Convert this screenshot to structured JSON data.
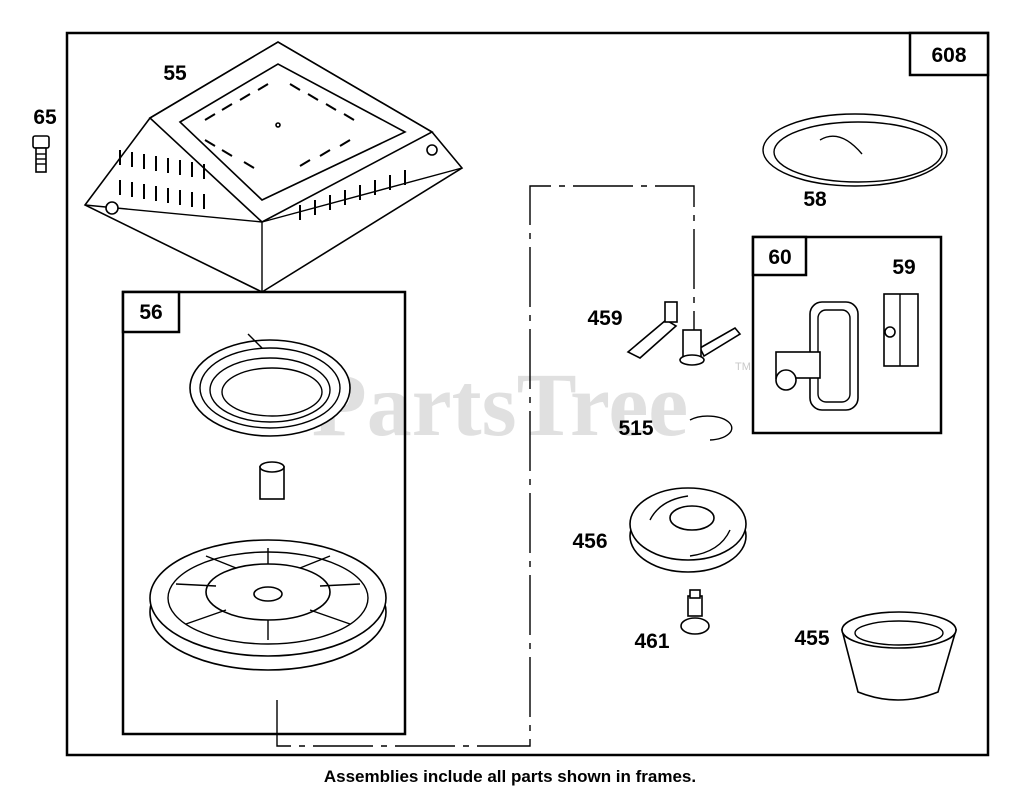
{
  "labels": {
    "p55": "55",
    "p56": "56",
    "p58": "58",
    "p59": "59",
    "p60": "60",
    "p65": "65",
    "p455": "455",
    "p456": "456",
    "p459": "459",
    "p461": "461",
    "p515": "515",
    "p608": "608"
  },
  "watermark": "PartsTree",
  "watermark_tm": "TM",
  "caption": "Assemblies include all parts shown in frames."
}
